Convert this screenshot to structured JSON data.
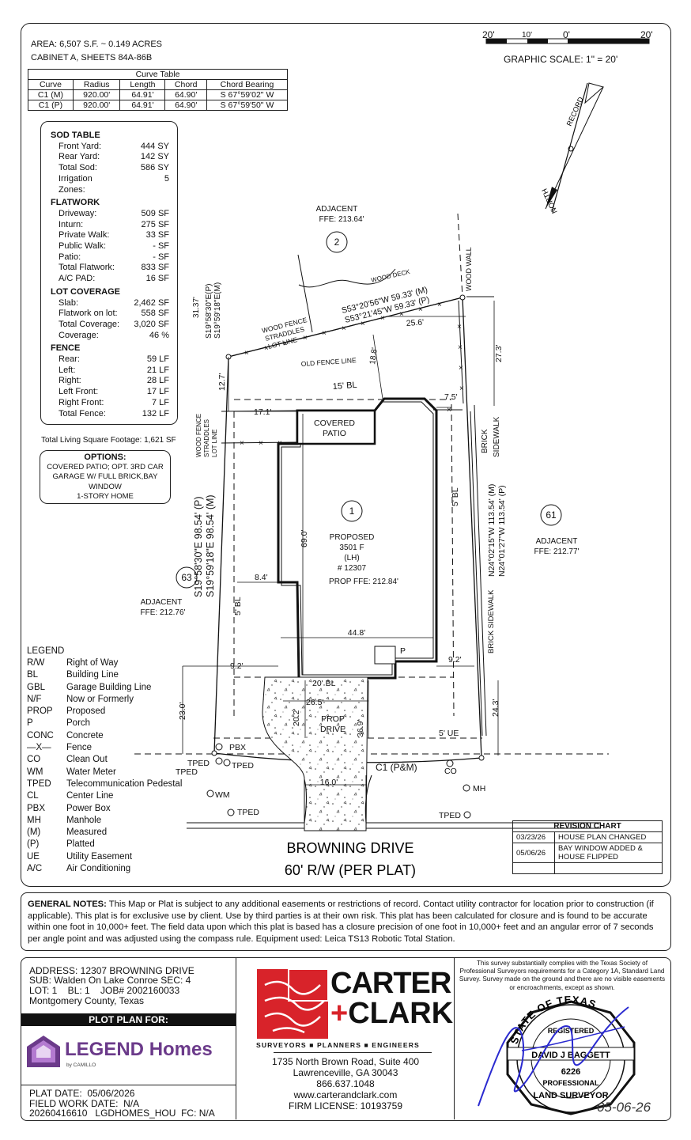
{
  "header": {
    "area": "AREA: 6,507 S.F. ~ 0.149 ACRES",
    "cabinet": "CABINET A, SHEETS 84A-86B"
  },
  "scale": {
    "ticks": [
      "20'",
      "10'",
      "0'",
      "20'"
    ],
    "label": "GRAPHIC SCALE: 1\" = 20'"
  },
  "curve_table": {
    "title": "Curve Table",
    "headers": [
      "Curve",
      "Radius",
      "Length",
      "Chord",
      "Chord Bearing"
    ],
    "rows": [
      [
        "C1 (M)",
        "920.00'",
        "64.91'",
        "64.90'",
        "S 67°59'02\" W"
      ],
      [
        "C1 (P)",
        "920.00'",
        "64.91'",
        "64.90'",
        "S 67°59'50\" W"
      ]
    ]
  },
  "sod_table": {
    "sections": [
      {
        "title": "SOD TABLE",
        "rows": [
          [
            "Front Yard:",
            "444 SY"
          ],
          [
            "Rear Yard:",
            "142 SY"
          ],
          [
            "Total Sod:",
            "586 SY"
          ],
          [
            "Irrigation Zones:",
            "5"
          ]
        ]
      },
      {
        "title": "FLATWORK",
        "rows": [
          [
            "Driveway:",
            "509 SF"
          ],
          [
            "Inturn:",
            "275 SF"
          ],
          [
            "Private Walk:",
            "33 SF"
          ],
          [
            "Public Walk:",
            "- SF"
          ],
          [
            "Patio:",
            "- SF"
          ],
          [
            "Total Flatwork:",
            "833 SF"
          ],
          [
            "A/C PAD:",
            "16 SF"
          ]
        ]
      },
      {
        "title": "LOT COVERAGE",
        "rows": [
          [
            "Slab:",
            "2,462 SF"
          ],
          [
            "Flatwork on lot:",
            "558 SF"
          ],
          [
            "Total Coverage:",
            "3,020 SF"
          ],
          [
            "Coverage:",
            "46 %"
          ]
        ]
      },
      {
        "title": "FENCE",
        "rows": [
          [
            "Rear:",
            "59 LF"
          ],
          [
            "Left:",
            "21 LF"
          ],
          [
            "Right:",
            "28 LF"
          ],
          [
            "Left Front:",
            "17 LF"
          ],
          [
            "Right Front:",
            "7 LF"
          ],
          [
            "Total Fence:",
            "132 LF"
          ]
        ]
      }
    ]
  },
  "living_sqft": "Total Living Square Footage: 1,621 SF",
  "options": {
    "title": "OPTIONS:",
    "lines": [
      "COVERED PATIO; OPT. 3RD CAR",
      "GARAGE W/ FULL BRICK,BAY",
      "WINDOW",
      "1-STORY HOME"
    ]
  },
  "legend": {
    "title": "LEGEND",
    "rows": [
      [
        "R/W",
        "Right of Way"
      ],
      [
        "BL",
        "Building Line"
      ],
      [
        "GBL",
        "Garage Building Line"
      ],
      [
        "N/F",
        "Now or Formerly"
      ],
      [
        "PROP",
        "Proposed"
      ],
      [
        "P",
        "Porch"
      ],
      [
        "CONC",
        "Concrete"
      ],
      [
        "—X—",
        "Fence"
      ],
      [
        "CO",
        "Clean Out"
      ],
      [
        "WM",
        "Water Meter"
      ],
      [
        "TPED",
        "Telecommunication Pedestal"
      ],
      [
        "CL",
        "Center Line"
      ],
      [
        "PBX",
        "Power Box"
      ],
      [
        "MH",
        "Manhole"
      ],
      [
        "(M)",
        "Measured"
      ],
      [
        "(P)",
        "Platted"
      ],
      [
        "UE",
        "Utility Easement"
      ],
      [
        "A/C",
        "Air Conditioning"
      ]
    ]
  },
  "plan": {
    "north": "NORTH",
    "record": "RECORD",
    "adj2": {
      "num": "2",
      "label": "ADJACENT",
      "ffe": "FFE: 213.64'"
    },
    "adj61": {
      "num": "61",
      "label": "ADJACENT",
      "ffe": "FFE: 212.77'"
    },
    "adj63": {
      "num": "63",
      "label": "ADJACENT",
      "ffe": "FFE: 212.76'"
    },
    "lot": {
      "num": "1",
      "lines": [
        "PROPOSED",
        "3501 F",
        "(LH)",
        "# 12307",
        "PROP FFE: 212.84'"
      ]
    },
    "wood_deck": "WOOD DECK",
    "wood_wall": "WOOD WALL",
    "rear_bearing_m": "S53°20'56\"W 59.33' (M)",
    "rear_bearing_p": "S53°21'45\"W 59.33' (P)",
    "fence_straddles_rear": [
      "WOOD FENCE",
      "STRADDLES",
      "LOT LINE"
    ],
    "fence_straddles_left": [
      "WOOD FENCE",
      "STRADDLES",
      "LOT LINE"
    ],
    "old_fence": "OLD FENCE LINE",
    "left_top_dist": "31.37'",
    "left_top_p": "S19°58'30\"E(P)",
    "left_top_m": "S19°59'18\"E(M)",
    "left_main_p": "S19°58'30\"E 98.54' (P)",
    "left_main_m": "S19°59'18\"E 98.54' (M)",
    "right_main_m": "N24°02'15\"W 113.54' (M)",
    "right_main_p": "N24°01'27\"W 113.54' (P)",
    "brick_sidewalk_top": [
      "BRICK",
      "SIDEWALK"
    ],
    "brick_sidewalk_bottom": "BRICK SIDEWALK",
    "covered_patio": [
      "COVERED",
      "PATIO"
    ],
    "prop_drive": [
      "PROP",
      "DRIVE"
    ],
    "porch": "P",
    "bl15": "15' BL",
    "bl5_left": "5' BL",
    "bl5_right": "5' BL",
    "bl20": "20' BL",
    "ue5": "5' UE",
    "d25_6": "25.6'",
    "d18_8": "18.8'",
    "d27_3": "27.3'",
    "d12_7": "12.7'",
    "d17_1": "17.1'",
    "d7_5": "7.5'",
    "d69": "69.0'",
    "d8_4": "8.4'",
    "d44_8": "44.8'",
    "d9_2l": "9.2'",
    "d9_2r": "9.2'",
    "d23": "23.0'",
    "d26_5": "26.5'",
    "d20_2": "20.2'",
    "d36_9": "36.9'",
    "d24_3": "24.3'",
    "d16": "16.0'",
    "c1": "C1 (P&M)",
    "pbx": "PBX",
    "tped": "TPED",
    "co": "CO",
    "wm": "WM",
    "mh": "MH",
    "street": "BROWNING DRIVE",
    "row": "60' R/W (PER PLAT)"
  },
  "revision": {
    "title": "REVISION CHART",
    "rows": [
      [
        "03/23/26",
        "HOUSE PLAN CHANGED"
      ],
      [
        "05/06/26",
        "BAY WINDOW ADDED & HOUSE FLIPPED"
      ],
      [
        "",
        ""
      ]
    ]
  },
  "notes": {
    "label": "GENERAL NOTES:",
    "text": " This Map or Plat is subject to any additional easements or restrictions of record. Contact utility contractor for location prior to construction (if applicable). This plat is for exclusive use by client. Use by third parties is at their own risk. This plat has been calculated for closure and is found to be accurate within one foot in 10,000+ feet. The field data upon which this plat is based has a closure precision of one foot in 10,000+ feet and an angular error of 7 seconds per angle point and was adjusted using the compass rule. Equipment used: Leica TS13 Robotic Total Station."
  },
  "address": {
    "line1": "ADDRESS: 12307 BROWNING DRIVE",
    "line2": "SUB: Walden On Lake Conroe   SEC: 4",
    "line3": "LOT: 1    BL: 1    JOB# 2002160033",
    "line4": "Montgomery County, Texas"
  },
  "plot_plan_for": "PLOT PLAN FOR:",
  "client_logo": {
    "word1": "LEGEND",
    "word2": "Homes",
    "sub": "by CAMILLO"
  },
  "plat_info": {
    "line1": "PLAT DATE:  05/06/2026",
    "line2": "FIELD WORK DATE:  N/A",
    "line3": "20260416610   LGDHOMES_HOU  FC: N/A"
  },
  "firm": {
    "name1": "CARTER",
    "name2": "CLARK",
    "plus": "+",
    "tagline": "SURVEYORS ■ PLANNERS ■ ENGINEERS",
    "addr1": "1735 North Brown Road, Suite 400",
    "addr2": "Lawrenceville, GA 30043",
    "phone": "866.637.1048",
    "web": "www.carterandclark.com",
    "license": "FIRM LICENSE: 10193759"
  },
  "certification": "This survey substantially complies with the Texas Society of Professional Surveyors requirements for a Category 1A, Standard Land Survey. Survey made on the ground and there are no visible easements or encroachments, except as shown.",
  "seal": {
    "top": "STATE OF TEXAS",
    "registered": "REGISTERED",
    "name": "DAVID J BAGGETT",
    "num": "6226",
    "prof": "PROFESSIONAL",
    "land": "LAND SURVEYOR"
  },
  "sign_date": "05-06-26"
}
